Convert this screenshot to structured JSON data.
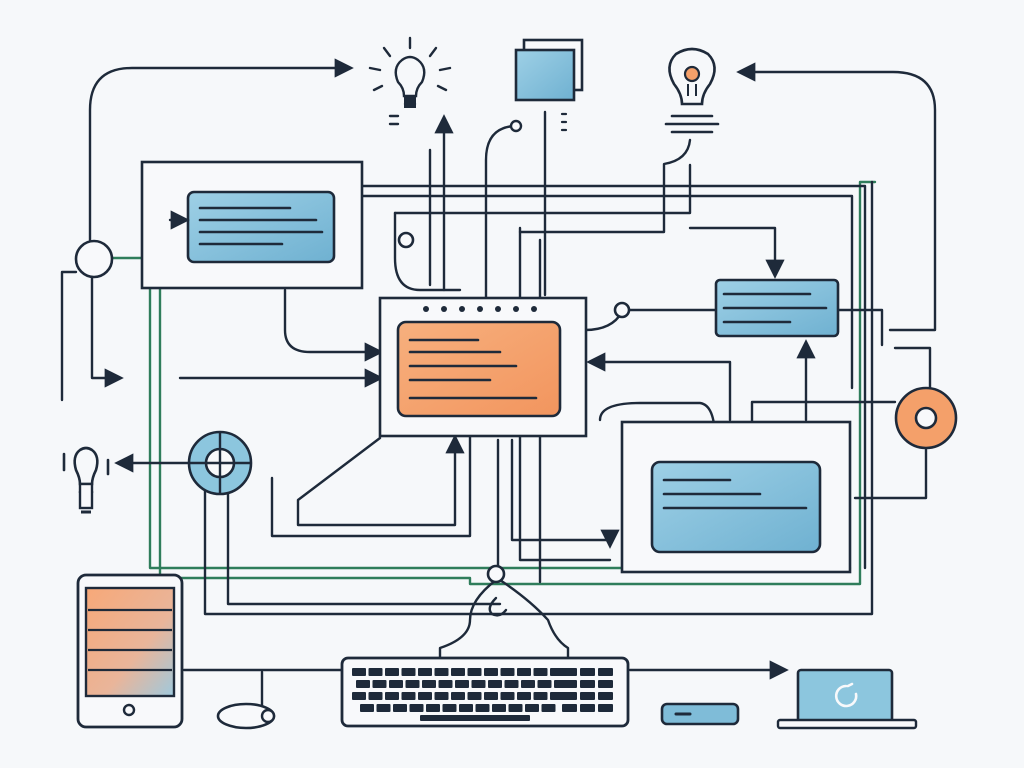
{
  "colors": {
    "background": "#f6f8fa",
    "line": "#1e2a3a",
    "accent_green": "#2f7d5b",
    "card_blue": "#7fbcd8",
    "card_orange": "#f4a06a",
    "dot": "#1e2a3a"
  },
  "icons": [
    "lightbulb-icon",
    "folder-icon",
    "lightbulb-icon",
    "smartphone-icon",
    "keyboard-icon",
    "laptop-icon",
    "mouse-icon",
    "usb-drive-icon",
    "disc-icon",
    "globe-node-icon"
  ],
  "diagram": {
    "central_panel": {
      "card_color": "orange",
      "text_lines": 5,
      "dots": 7
    },
    "panels": [
      {
        "id": "top-left",
        "card_color": "blue",
        "text_lines": 4
      },
      {
        "id": "right",
        "card_color": "blue",
        "text_lines": 3
      },
      {
        "id": "bottom-right",
        "card_color": "blue",
        "text_lines": 3
      }
    ],
    "phone_rows": 5
  }
}
